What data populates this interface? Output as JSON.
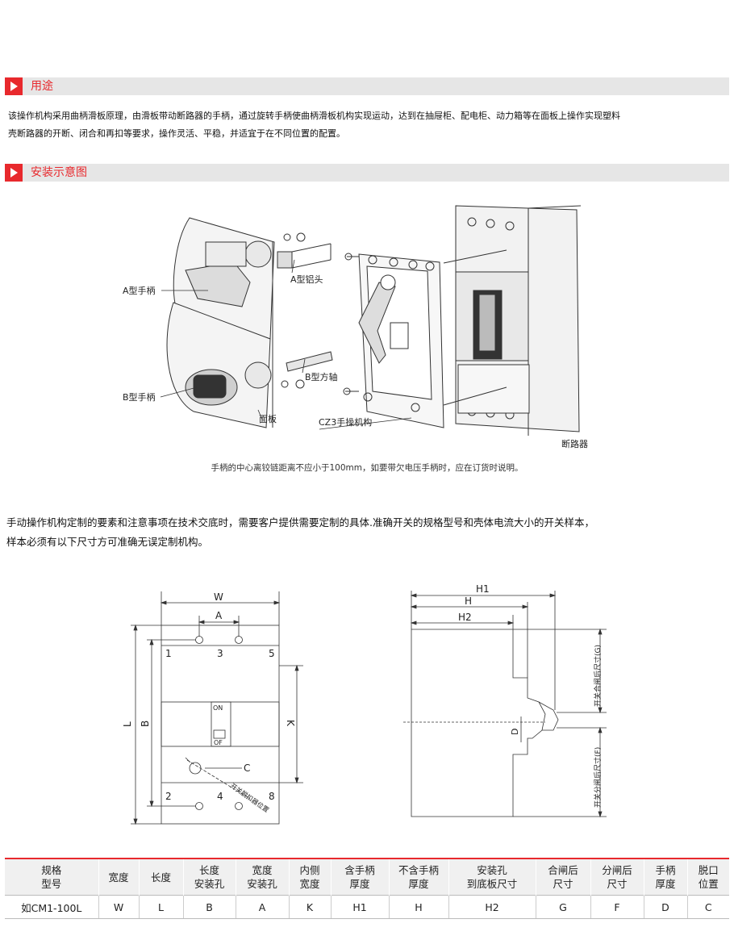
{
  "section_usage": {
    "title": "用途"
  },
  "usage_text": {
    "line1": "该操作机构采用曲柄滑板原理，由滑板带动断路器的手柄，通过旋转手柄使曲柄滑板机构实现运动，达到在抽屉柜、配电柜、动力箱等在面板上操作实现塑料",
    "line2": "壳断路器的开断、闭合和再扣等要求，操作灵活、平稳，并适宜于在不同位置的配置。"
  },
  "section_install": {
    "title": "安装示意图"
  },
  "install_diagram": {
    "labels": {
      "a_handle": "A型手柄",
      "a_aluminum_head": "A型铝头",
      "b_handle": "B型手柄",
      "b_square_shaft": "B型方轴",
      "panel": "面板",
      "cz3_mechanism": "CZ3手操机构",
      "breaker": "断路器"
    },
    "caption": "手柄的中心离铰链距离不应小于100mm，如要带欠电压手柄时，应在订货时说明。"
  },
  "custom_text": {
    "line1": "手动操作机构定制的要素和注意事项在技术交底时，需要客户提供需要定制的具体.准确开关的规格型号和壳体电流大小的开关样本，",
    "line2": "样本必须有以下尺寸方可准确无误定制机构。"
  },
  "front_view": {
    "dim_W": "W",
    "dim_A": "A",
    "dim_L": "L",
    "dim_B": "B",
    "dim_K": "K",
    "dim_C": "C",
    "terminals_top": [
      "1",
      "3",
      "5"
    ],
    "terminals_bottom": [
      "2",
      "4",
      "8"
    ],
    "switch_on": "ON",
    "switch_off": "OF",
    "trip_label": "开关脱扣器位置"
  },
  "side_view": {
    "dim_H1": "H1",
    "dim_H": "H",
    "dim_H2": "H2",
    "dim_D": "D",
    "label_G": "开关合闸后尺寸(G)",
    "label_F": "开关分闸后尺寸(F)"
  },
  "spec_table": {
    "headers": [
      [
        "规格",
        "型号"
      ],
      [
        "宽度",
        ""
      ],
      [
        "长度",
        ""
      ],
      [
        "长度",
        "安装孔"
      ],
      [
        "宽度",
        "安装孔"
      ],
      [
        "内侧",
        "宽度"
      ],
      [
        "含手柄",
        "厚度"
      ],
      [
        "不含手柄",
        "厚度"
      ],
      [
        "安装孔",
        "到底板尺寸"
      ],
      [
        "合闸后",
        "尺寸"
      ],
      [
        "分闸后",
        "尺寸"
      ],
      [
        "手柄",
        "厚度"
      ],
      [
        "脱口",
        "位置"
      ]
    ],
    "row": [
      "如CM1-100L",
      "W",
      "L",
      "B",
      "A",
      "K",
      "H1",
      "H",
      "H2",
      "G",
      "F",
      "D",
      "C"
    ]
  },
  "colors": {
    "accent": "#e8292d",
    "bar_bg": "#e6e6e6",
    "table_head_bg": "#f0f0f0"
  }
}
